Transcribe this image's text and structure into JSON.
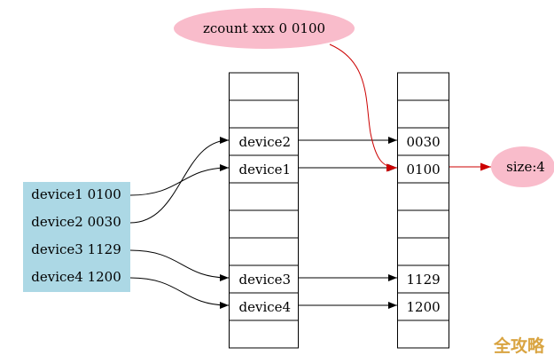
{
  "command_node": {
    "label": "zcount xxx 0 0100",
    "fill": "#f9bccb"
  },
  "device_list": {
    "fill": "#acd8e5",
    "items": [
      "device1 0100",
      "device2 0030",
      "device3 1129",
      "device4 1200"
    ]
  },
  "member_column": {
    "cells": [
      "",
      "",
      "device2",
      "device1",
      "",
      "",
      "",
      "device3",
      "device4",
      ""
    ]
  },
  "score_column": {
    "cells": [
      "",
      "",
      "0030",
      "0100",
      "",
      "",
      "",
      "1129",
      "1200",
      ""
    ]
  },
  "size_node": {
    "label": "size:4",
    "fill": "#f9bccb"
  },
  "colors": {
    "edge": "#000000",
    "highlight_edge": "#cc0000"
  },
  "watermark": {
    "text": "全攻略"
  }
}
